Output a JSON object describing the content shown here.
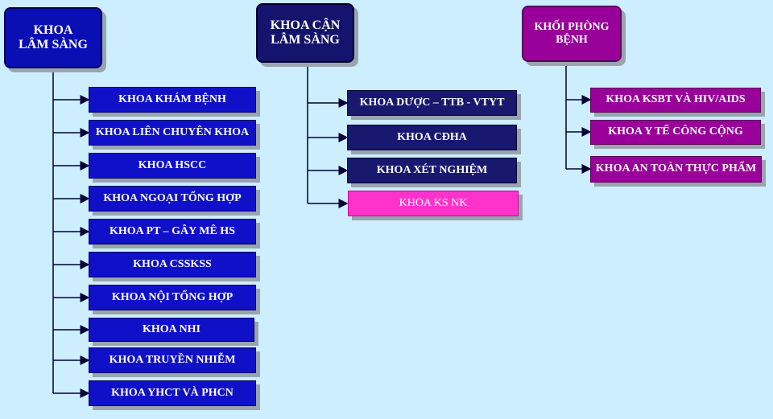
{
  "columns": [
    {
      "head": "KHOA\nLÂM SÀNG",
      "items": [
        "KHOA KHÁM BỆNH",
        "KHOA LIÊN CHUYÊN KHOA",
        "KHOA HSCC",
        "KHOA NGOẠI TỔNG HỢP",
        "KHOA PT – GÂY MÊ HS",
        "KHOA CSSKSS",
        "KHOA NỘI TỔNG HỢP",
        "KHOA  NHI",
        "KHOA TRUYỀN NHIỄM",
        "KHOA YHCT VÀ PHCN"
      ]
    },
    {
      "head": "KHOA CẬN\nLÂM SÀNG",
      "items": [
        "KHOA  DƯỢC – TTB - VTYT",
        "KHOA  CĐHA",
        "KHOA  XÉT NGHIỆM",
        "KHOA KS NK"
      ]
    },
    {
      "head": "KHỐI PHÒNG\nBỆNH",
      "items": [
        "KHOA KSBT VÀ HIV/AIDS",
        "KHOA Y TẾ CÔNG CỘNG",
        "KHOA AN TOÀN THỰC PHẨM"
      ]
    }
  ],
  "colors": {
    "background": "#cceeff",
    "clinical": "#1010c8",
    "paraclinical": "#18186e",
    "infection_control": "#ff33cc",
    "prevention": "#990099",
    "connector": "#000033"
  }
}
